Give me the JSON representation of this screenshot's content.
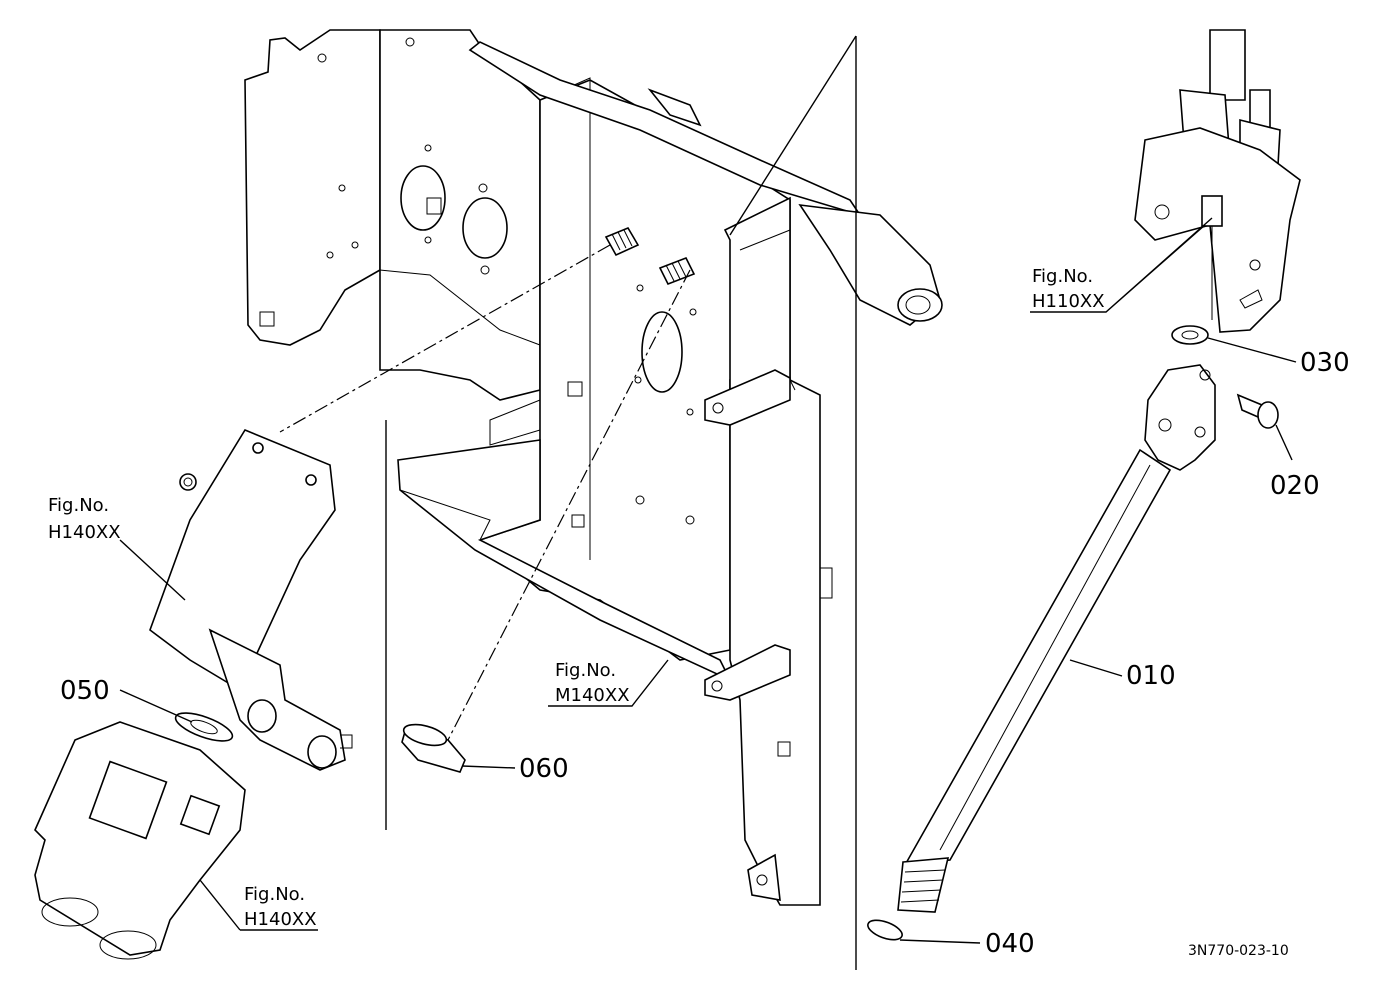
{
  "figure_refs": {
    "h140_upper": {
      "title": "Fig.No.",
      "code": "H140XX"
    },
    "h140_lower": {
      "title": "Fig.No.",
      "code": "H140XX"
    },
    "m140": {
      "title": "Fig.No.",
      "code": "M140XX"
    },
    "h110": {
      "title": "Fig.No.",
      "code": "H110XX"
    }
  },
  "parts": {
    "p010": "010",
    "p020": "020",
    "p030": "030",
    "p040": "040",
    "p050": "050",
    "p060": "060"
  },
  "drawing_code": "3N770-023-10"
}
